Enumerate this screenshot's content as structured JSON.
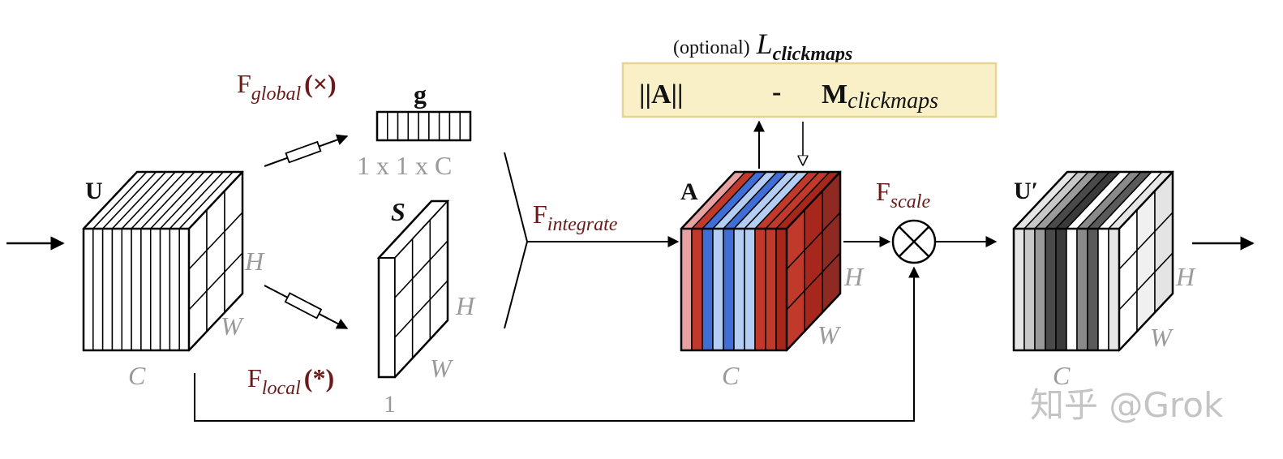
{
  "colors": {
    "line": "#000000",
    "maroon": "#6b1a1a",
    "gray_label": "#9a9a9a",
    "loss_box_fill": "#faf0c8",
    "loss_box_stroke": "#e6d493",
    "red": "#c0392b",
    "dark_red": "#a8271d",
    "pink": "#e8a0a0",
    "blue": "#3f6fd6",
    "light_blue": "#b4cdf2",
    "watermark": "#c4c4c4"
  },
  "blocks": {
    "U": {
      "label": "U",
      "dim_h": "H",
      "dim_w": "W",
      "dim_c": "C"
    },
    "g": {
      "label": "g",
      "dims": "1 x 1 x C"
    },
    "S": {
      "label": "S",
      "dim_h": "H",
      "dim_w": "W",
      "dim_c": "1"
    },
    "A": {
      "label": "A",
      "dim_h": "H",
      "dim_w": "W",
      "dim_c": "C"
    },
    "U_prime": {
      "label": "U′",
      "dim_h": "H",
      "dim_w": "W",
      "dim_c": "C"
    }
  },
  "ops": {
    "f_global": {
      "base": "F",
      "sub": "global",
      "sym": "(×)"
    },
    "f_local": {
      "base": "F",
      "sub": "local",
      "sym": "(*)"
    },
    "f_integrate": {
      "base": "F",
      "sub": "integrate"
    },
    "f_scale": {
      "base": "F",
      "sub": "scale"
    }
  },
  "loss": {
    "optional": "(optional)",
    "L": "L",
    "L_sub": "clickmaps",
    "A_norm": "||A||",
    "minus": "-",
    "M": "M",
    "M_sub": "clickmaps"
  },
  "watermark": "知乎 @Grok"
}
